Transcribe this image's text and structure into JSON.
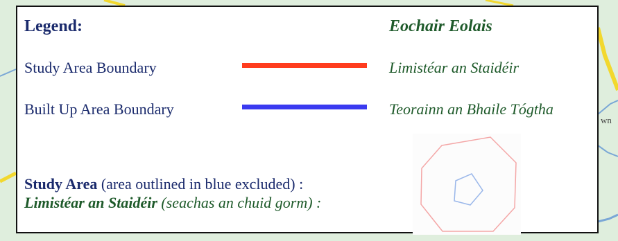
{
  "legend": {
    "heading_en": "Legend:",
    "heading_ga": "Eochair Eolais",
    "items": [
      {
        "label_en": "Study Area Boundary",
        "label_ga": "Limistéar an Staidéir",
        "color": "#ff3c1e"
      },
      {
        "label_en": "Built Up Area Boundary",
        "label_ga": "Teorainn an Bhaile Tógtha",
        "color": "#3a3af0"
      }
    ],
    "study_area": {
      "en_bold": "Study Area",
      "en_rest": " (area outlined in blue excluded) :",
      "ga_bold": "Limistéar an Staidéir",
      "ga_rest": " (seachas an chuid gorm) :"
    },
    "inset": {
      "outer_color": "#f4a6a6",
      "inner_color": "#9ab7ea"
    }
  },
  "background_map": {
    "fill": "#dfeedd",
    "road_color": "#f2d82e",
    "line_color": "#7aa7d6",
    "map_text": "wn"
  }
}
